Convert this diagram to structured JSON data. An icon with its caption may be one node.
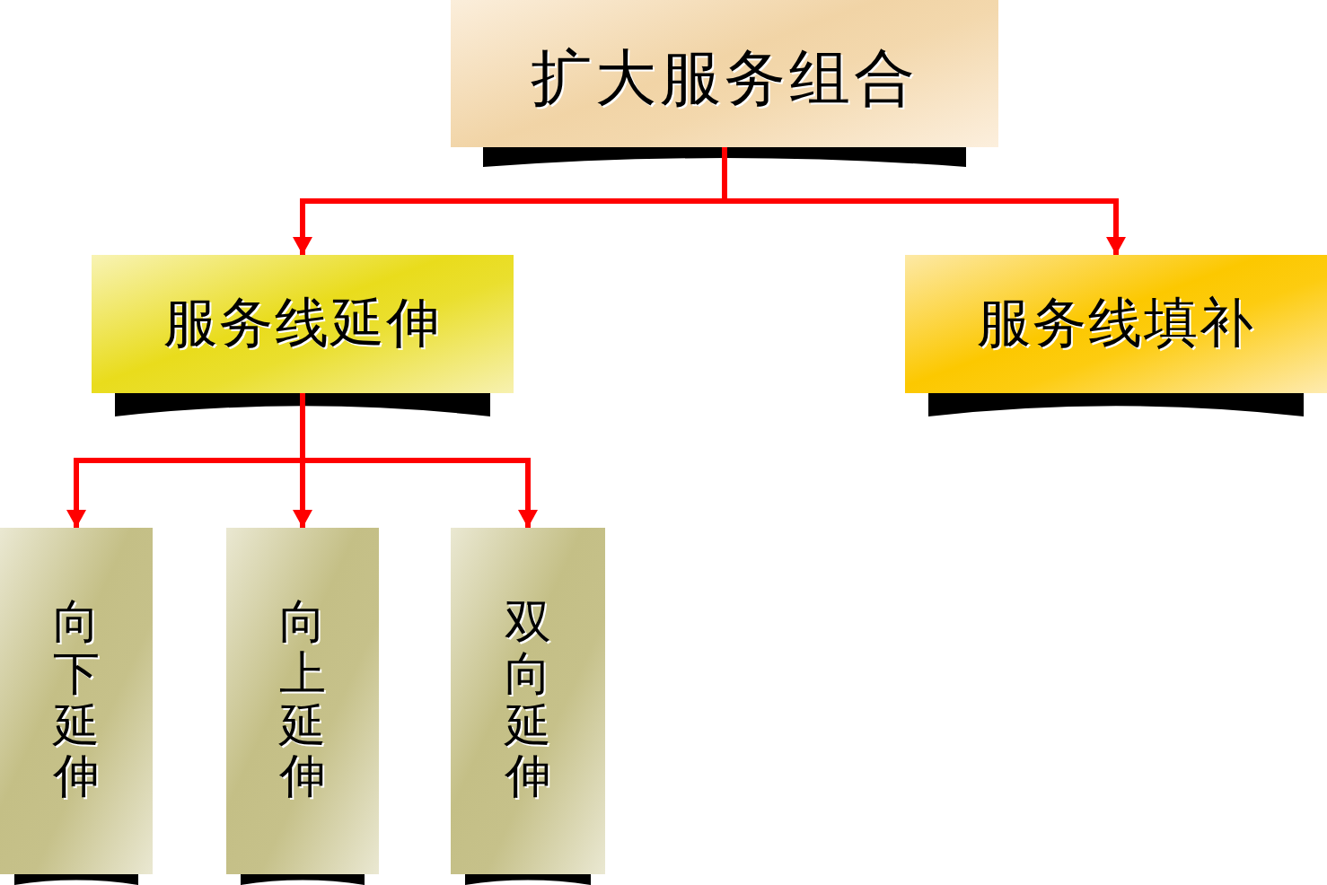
{
  "diagram": {
    "nodes": [
      {
        "text": [
          "扩大服务组合"
        ]
      },
      {
        "text": [
          "服务线延伸"
        ]
      },
      {
        "text": [
          "服务线填补"
        ]
      },
      {
        "text": [
          "向下延伸"
        ]
      },
      {
        "text": [
          "向上延伸"
        ]
      },
      {
        "text": [
          "双向延伸"
        ]
      }
    ],
    "edges": [
      {
        "from": 0,
        "to": 1,
        "arrow": "to"
      },
      {
        "from": 0,
        "to": 2,
        "arrow": "to"
      },
      {
        "from": 1,
        "to": 3,
        "arrow": "to"
      },
      {
        "from": 1,
        "to": 4,
        "arrow": "to"
      },
      {
        "from": 1,
        "to": 5,
        "arrow": "to"
      }
    ]
  }
}
